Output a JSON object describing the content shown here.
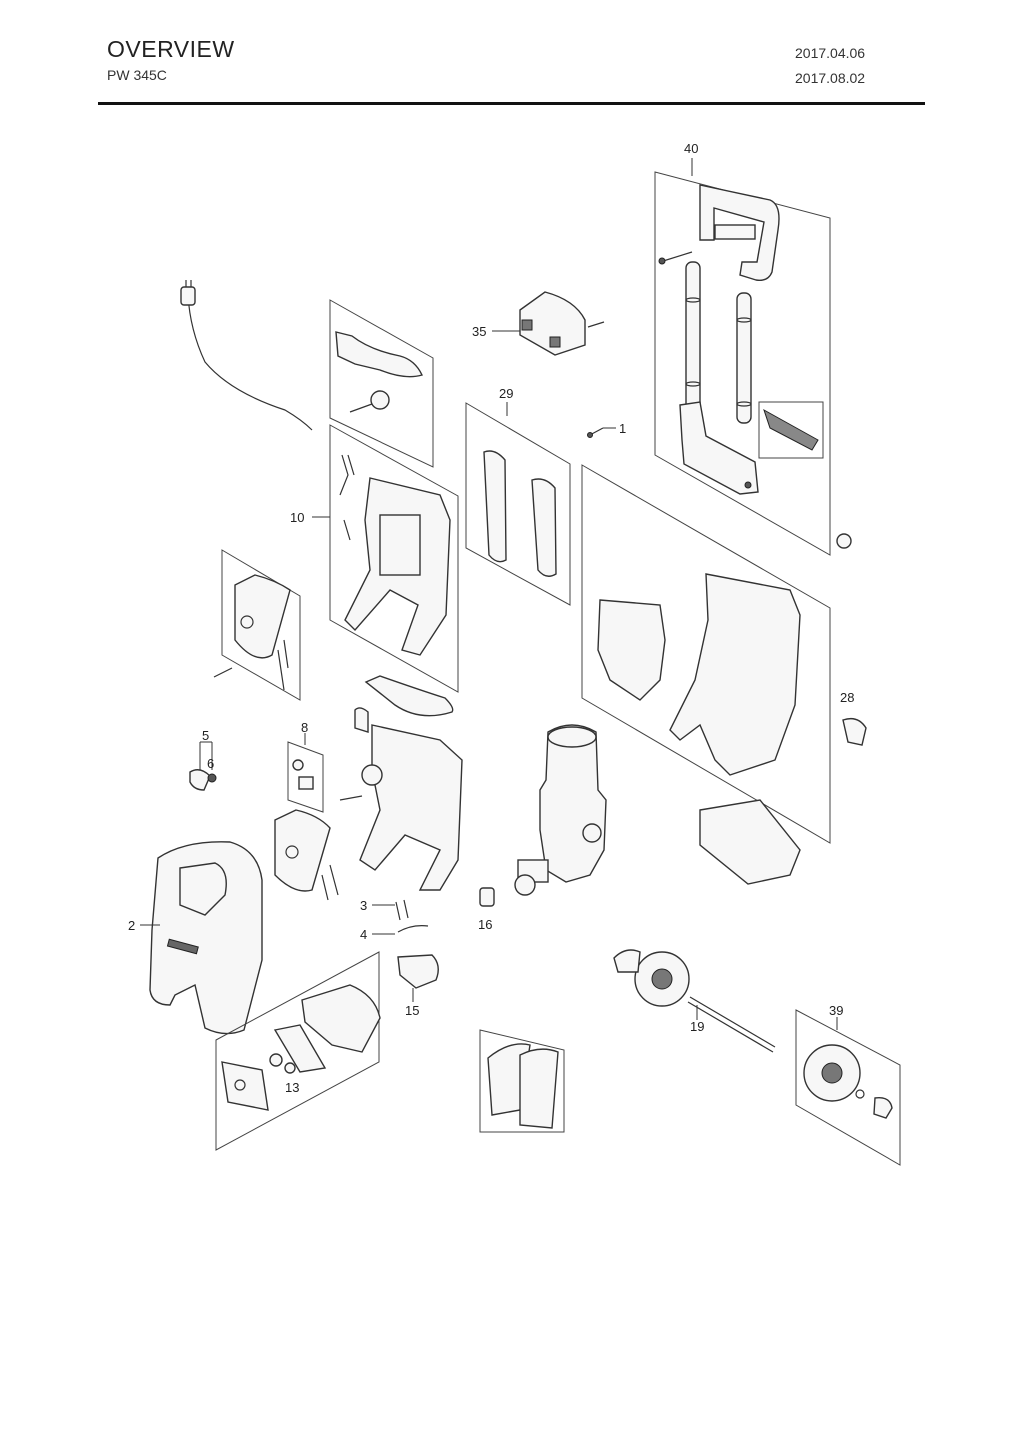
{
  "header": {
    "title": "OVERVIEW",
    "model": "PW 345C",
    "date_created": "2017.04.06",
    "date_revised": "2017.08.02"
  },
  "callouts": {
    "c1": "1",
    "c2": "2",
    "c3": "3",
    "c4": "4",
    "c5": "5",
    "c6": "6",
    "c8": "8",
    "c10": "10",
    "c13": "13",
    "c15": "15",
    "c16": "16",
    "c19": "19",
    "c28": "28",
    "c29": "29",
    "c35": "35",
    "c39": "39",
    "c40": "40"
  }
}
